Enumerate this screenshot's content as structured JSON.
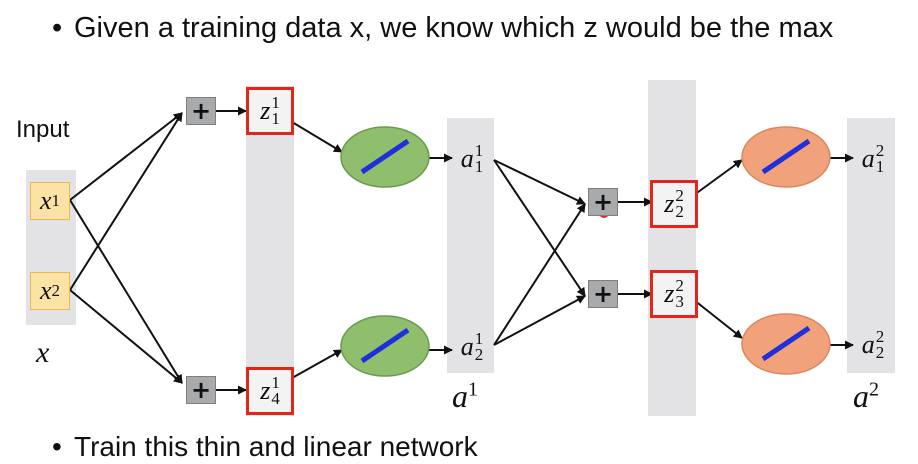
{
  "bullets": {
    "top": "Given a training data x, we know which z would be the max",
    "bottom": "Train this thin and linear network"
  },
  "bullet_symbol": "•",
  "input_label": "Input",
  "plus_symbol": "+",
  "layers": {
    "input_caption": "x",
    "hidden_caption": {
      "base": "a",
      "sup": "1"
    },
    "output_caption": {
      "base": "a",
      "sup": "2"
    }
  },
  "inputs": [
    {
      "base": "x",
      "sub": "1"
    },
    {
      "base": "x",
      "sub": "2"
    }
  ],
  "z_layer1": [
    {
      "base": "z",
      "sup": "1",
      "sub": "1"
    },
    {
      "base": "z",
      "sup": "1",
      "sub": "4"
    }
  ],
  "a_layer1": [
    {
      "base": "a",
      "sup": "1",
      "sub": "1"
    },
    {
      "base": "a",
      "sup": "1",
      "sub": "2"
    }
  ],
  "z_layer2": [
    {
      "base": "z",
      "sup": "2",
      "sub": "2"
    },
    {
      "base": "z",
      "sup": "2",
      "sub": "3"
    }
  ],
  "a_layer2": [
    {
      "base": "a",
      "sup": "2",
      "sub": "1"
    },
    {
      "base": "a",
      "sup": "2",
      "sub": "2"
    }
  ],
  "colors": {
    "selected_border": "#e3261b",
    "layer1_activation": "#8fbf6c",
    "layer2_activation": "#f2a27a",
    "activation_line": "#1f2fdc",
    "input_fill": "#fbe3a6"
  }
}
